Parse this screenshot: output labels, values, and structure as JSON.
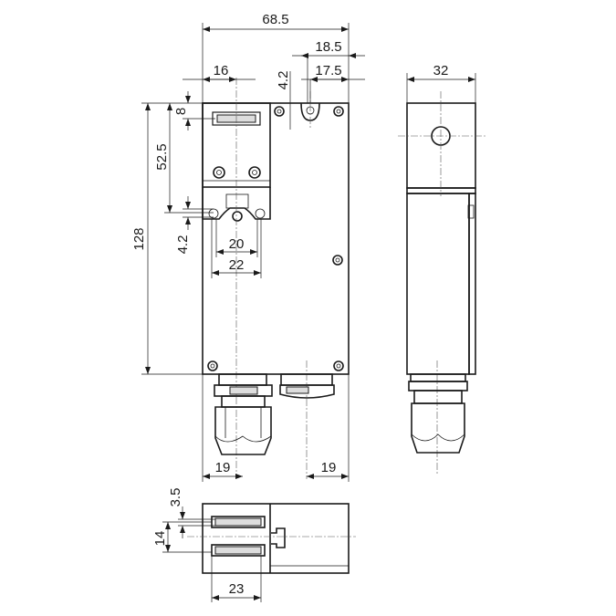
{
  "drawing": {
    "dimensions": {
      "overall_width": "68.5",
      "lug_offset_outer": "18.5",
      "lug_offset_inner": "17.5",
      "actuator_center": "16",
      "lug_height": "4.2",
      "slot_depth": "8",
      "actuator_height": "52.5",
      "overall_height": "128",
      "lower_hole_offset": "4.2",
      "hole_spacing_inner": "20",
      "hole_spacing_outer": "22",
      "gland_left_offset": "19",
      "gland_right_offset": "19",
      "side_width": "32",
      "slot_offset": "3.5",
      "slot_spacing": "14",
      "slot_width": "23"
    }
  }
}
